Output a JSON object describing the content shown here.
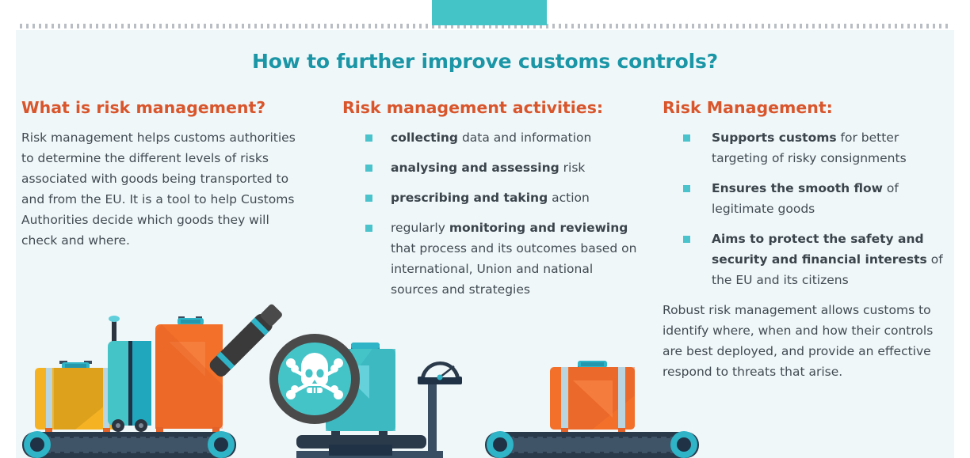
{
  "page": {
    "headline": "How to further improve customs controls?",
    "background_color": "#f0f7f9",
    "accent_teal": "#45c4c8",
    "heading_teal": "#1b96a6",
    "heading_orange": "#d9552b",
    "body_text_color": "#414b52",
    "bullet_color": "#4bc3cc"
  },
  "columns": {
    "left": {
      "heading": "What is risk management?",
      "paragraph": "Risk management helps customs authorities to determine the different levels of risks associated with goods being transported to and from the EU. It is a tool to help Customs Authorities decide which goods they will check and where."
    },
    "middle": {
      "heading": "Risk management activities:",
      "bullets": [
        {
          "bold": "collecting",
          "rest": " data and information"
        },
        {
          "bold": "analysing and assessing",
          "rest": " risk"
        },
        {
          "bold": "prescribing and taking",
          "rest": " action"
        },
        {
          "lead": "regularly ",
          "bold": "monitoring and reviewing",
          "rest": " that process and its outcomes based on international, Union and national sources and strategies"
        }
      ]
    },
    "right": {
      "heading": "Risk Management:",
      "bullets": [
        {
          "bold": "Supports customs",
          "rest": " for better targeting of risky consignments"
        },
        {
          "bold": "Ensures the smooth flow",
          "rest": " of legitimate goods"
        },
        {
          "bold": "Aims to protect the safety and security and financial interests",
          "rest": " of the EU and its citizens"
        }
      ],
      "closing": "Robust risk management allows customs to identify where, when and how their controls are best deployed, and provide an effective respond to threats that arise."
    }
  },
  "illustration": {
    "left_scene": "conveyor-belt-with-three-suitcases",
    "center_scene": "magnifying-glass-over-briefcase-on-weighing-scale",
    "right_scene": "conveyor-belt-with-orange-suitcase",
    "hazard_symbol": "skull-and-crossbones"
  }
}
